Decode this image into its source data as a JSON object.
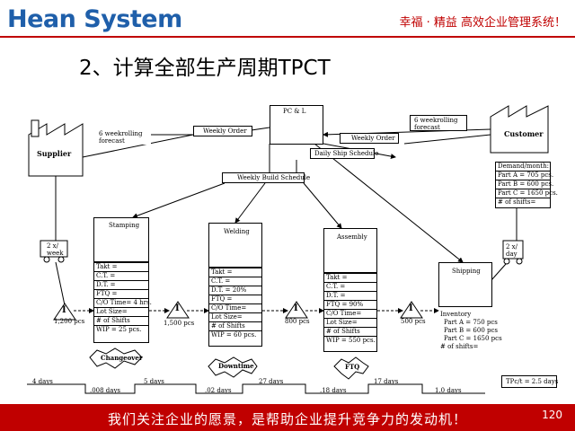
{
  "header": {
    "logo_text": "Hean System",
    "tagline": "幸福 · 精益  高效企业管理系统！"
  },
  "title": "2、计算全部生产周期TPCT",
  "vsm": {
    "pc_l": "PC & L",
    "supplier": {
      "label": "Supplier",
      "forecast": "6 weekrolling\nforecast",
      "delivery": "2 x/\nweek"
    },
    "customer": {
      "label": "Customer",
      "forecast": "6 weekrolling\nforecast",
      "demand": [
        "Demand/month:",
        "Part A = 705 pcs.",
        "Part B = 600 pcs.",
        "Part C = 1650 pcs.",
        "# of shifts="
      ],
      "delivery": "2 x/\nday"
    },
    "weekly_order_left": "Weekly Order",
    "weekly_order_right": "Weekly Order",
    "daily_ship": "Daily Ship Schedule",
    "weekly_build": "Weekly Build Schedule",
    "processes": [
      {
        "name": "Stamping",
        "data": [
          "Takt =",
          "C.T. =",
          "D.T. =",
          "FTQ =",
          "C/O Time= 4 hrs.",
          "Lot Size=",
          "# of Shifts",
          "WIP = 25 pcs."
        ]
      },
      {
        "name": "Welding",
        "data": [
          "Takt =",
          "C.T. =",
          "D.T. = 20%",
          "FTQ =",
          "C/O Time=",
          "Lot Size=",
          "# of Shifts",
          "WIP = 60 pcs."
        ]
      },
      {
        "name": "Assembly",
        "data": [
          "Takt =",
          "C.T. =",
          "D.T. =",
          "FTQ = 90%",
          "C/O Time=",
          "Lot Size=",
          "# of Shifts",
          "WIP = 550 pcs."
        ]
      },
      {
        "name": "Shipping",
        "data": [
          "Inventory",
          "Part A = 750 pcs",
          "Part B = 600 pcs",
          "Part C = 1650 pcs",
          "# of shifts="
        ]
      }
    ],
    "inventories": [
      {
        "symbol": "I",
        "qty": "1,200 pcs"
      },
      {
        "symbol": "I",
        "qty": "1,500 pcs"
      },
      {
        "symbol": "I",
        "qty": "800 pcs"
      },
      {
        "symbol": "I",
        "qty": "500 pcs"
      }
    ],
    "kaizen": [
      "Changeover",
      "Downtime",
      "FTQ"
    ],
    "timeline_top": [
      "4 days",
      "5 days",
      "27 days",
      "17 days"
    ],
    "timeline_bottom": [
      ".008 days",
      ".02 days",
      ".18 days",
      "1.0 days"
    ],
    "tpct": "TPc/t = 2.5 days"
  },
  "footer": {
    "slogan": "我们关注企业的愿景，是帮助企业提升竞争力的发动机！",
    "page": "120"
  }
}
